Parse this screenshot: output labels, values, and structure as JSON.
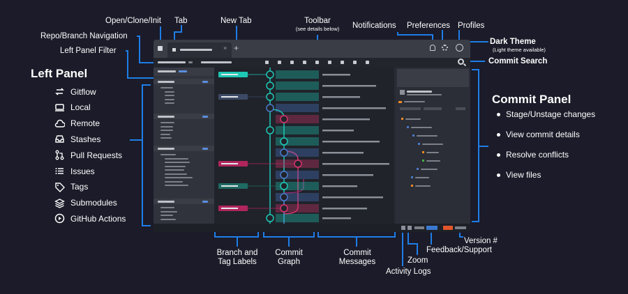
{
  "callouts": {
    "open_clone_init": "Open/Clone/Init",
    "tab": "Tab",
    "new_tab": "New Tab",
    "toolbar": "Toolbar",
    "toolbar_sub": "(see details below)",
    "notifications": "Notifications",
    "preferences": "Preferences",
    "profiles": "Profiles",
    "repo_branch_nav": "Repo/Branch Navigation",
    "left_panel_filter": "Left Panel Filter",
    "dark_theme": "Dark Theme",
    "dark_theme_sub": "(Light theme available)",
    "commit_search": "Commit Search",
    "branch_tag_labels_1": "Branch and",
    "branch_tag_labels_2": "Tag Labels",
    "commit_graph_1": "Commit",
    "commit_graph_2": "Graph",
    "commit_messages_1": "Commit",
    "commit_messages_2": "Messages",
    "activity_logs": "Activity Logs",
    "zoom": "Zoom",
    "feedback_support": "Feedback/Support",
    "version": "Version #"
  },
  "left_panel": {
    "title": "Left Panel",
    "items": [
      {
        "label": "Gitflow",
        "icon": "gitflow-icon"
      },
      {
        "label": "Local",
        "icon": "laptop-icon"
      },
      {
        "label": "Remote",
        "icon": "cloud-icon"
      },
      {
        "label": "Stashes",
        "icon": "inbox-icon"
      },
      {
        "label": "Pull Requests",
        "icon": "pull-request-icon"
      },
      {
        "label": "Issues",
        "icon": "list-icon"
      },
      {
        "label": "Tags",
        "icon": "tag-icon"
      },
      {
        "label": "Submodules",
        "icon": "layers-icon"
      },
      {
        "label": "GitHub Actions",
        "icon": "play-circle-icon"
      }
    ]
  },
  "commit_panel": {
    "title": "Commit Panel",
    "items": [
      {
        "label": "Stage/Unstage changes"
      },
      {
        "label": "View commit details"
      },
      {
        "label": "Resolve conflicts"
      },
      {
        "label": "View files"
      }
    ]
  },
  "colors": {
    "background": "#1b1b29",
    "callout_line": "#1e7ee8",
    "teal": "#1ec8b4",
    "blue": "#4b79c9",
    "pink": "#d6336c",
    "orange": "#f08a24",
    "green": "#43b049"
  }
}
